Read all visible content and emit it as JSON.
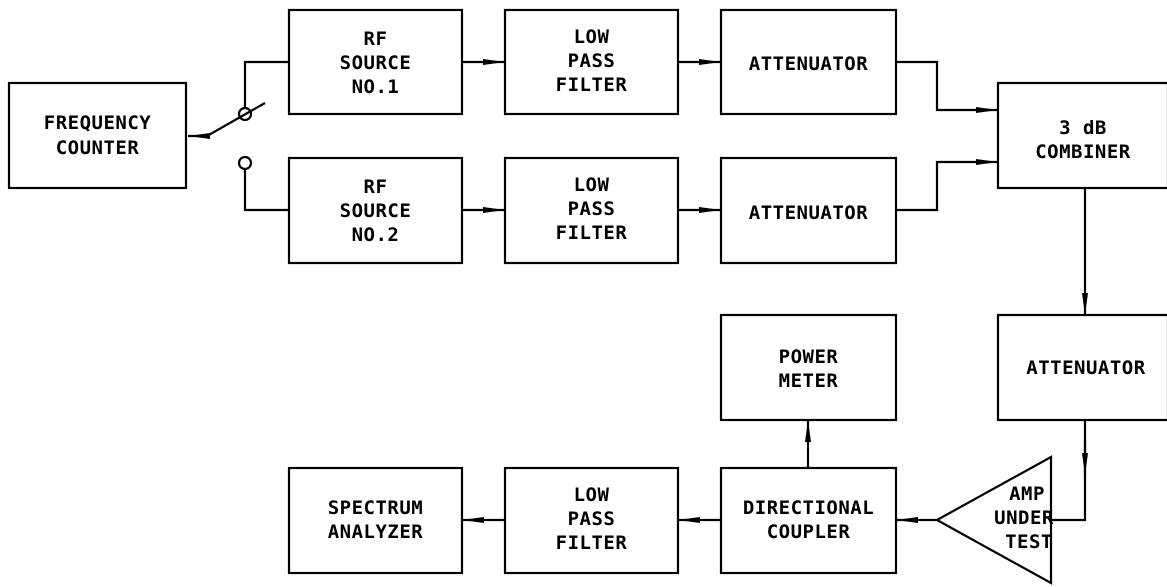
{
  "diagram": {
    "blocks": {
      "frequency_counter": [
        "FREQUENCY",
        "COUNTER"
      ],
      "rf_source_1": [
        "RF",
        "SOURCE",
        "NO.1"
      ],
      "rf_source_2": [
        "RF",
        "SOURCE",
        "NO.2"
      ],
      "lpf_1": [
        "LOW",
        "PASS",
        "FILTER"
      ],
      "lpf_2": [
        "LOW",
        "PASS",
        "FILTER"
      ],
      "attenuator_1": [
        "ATTENUATOR"
      ],
      "attenuator_2": [
        "ATTENUATOR"
      ],
      "combiner": [
        "3 dB",
        "COMBINER"
      ],
      "attenuator_3": [
        "ATTENUATOR"
      ],
      "power_meter": [
        "POWER",
        "METER"
      ],
      "amp_under_test": [
        "AMP",
        "UNDER",
        "TEST"
      ],
      "directional_coupler": [
        "DIRECTIONAL",
        "COUPLER"
      ],
      "lpf_3": [
        "LOW",
        "PASS",
        "FILTER"
      ],
      "spectrum_analyzer": [
        "SPECTRUM",
        "ANALYZER"
      ]
    },
    "stroke_color": "#000000",
    "background_color": "#ffffff"
  }
}
